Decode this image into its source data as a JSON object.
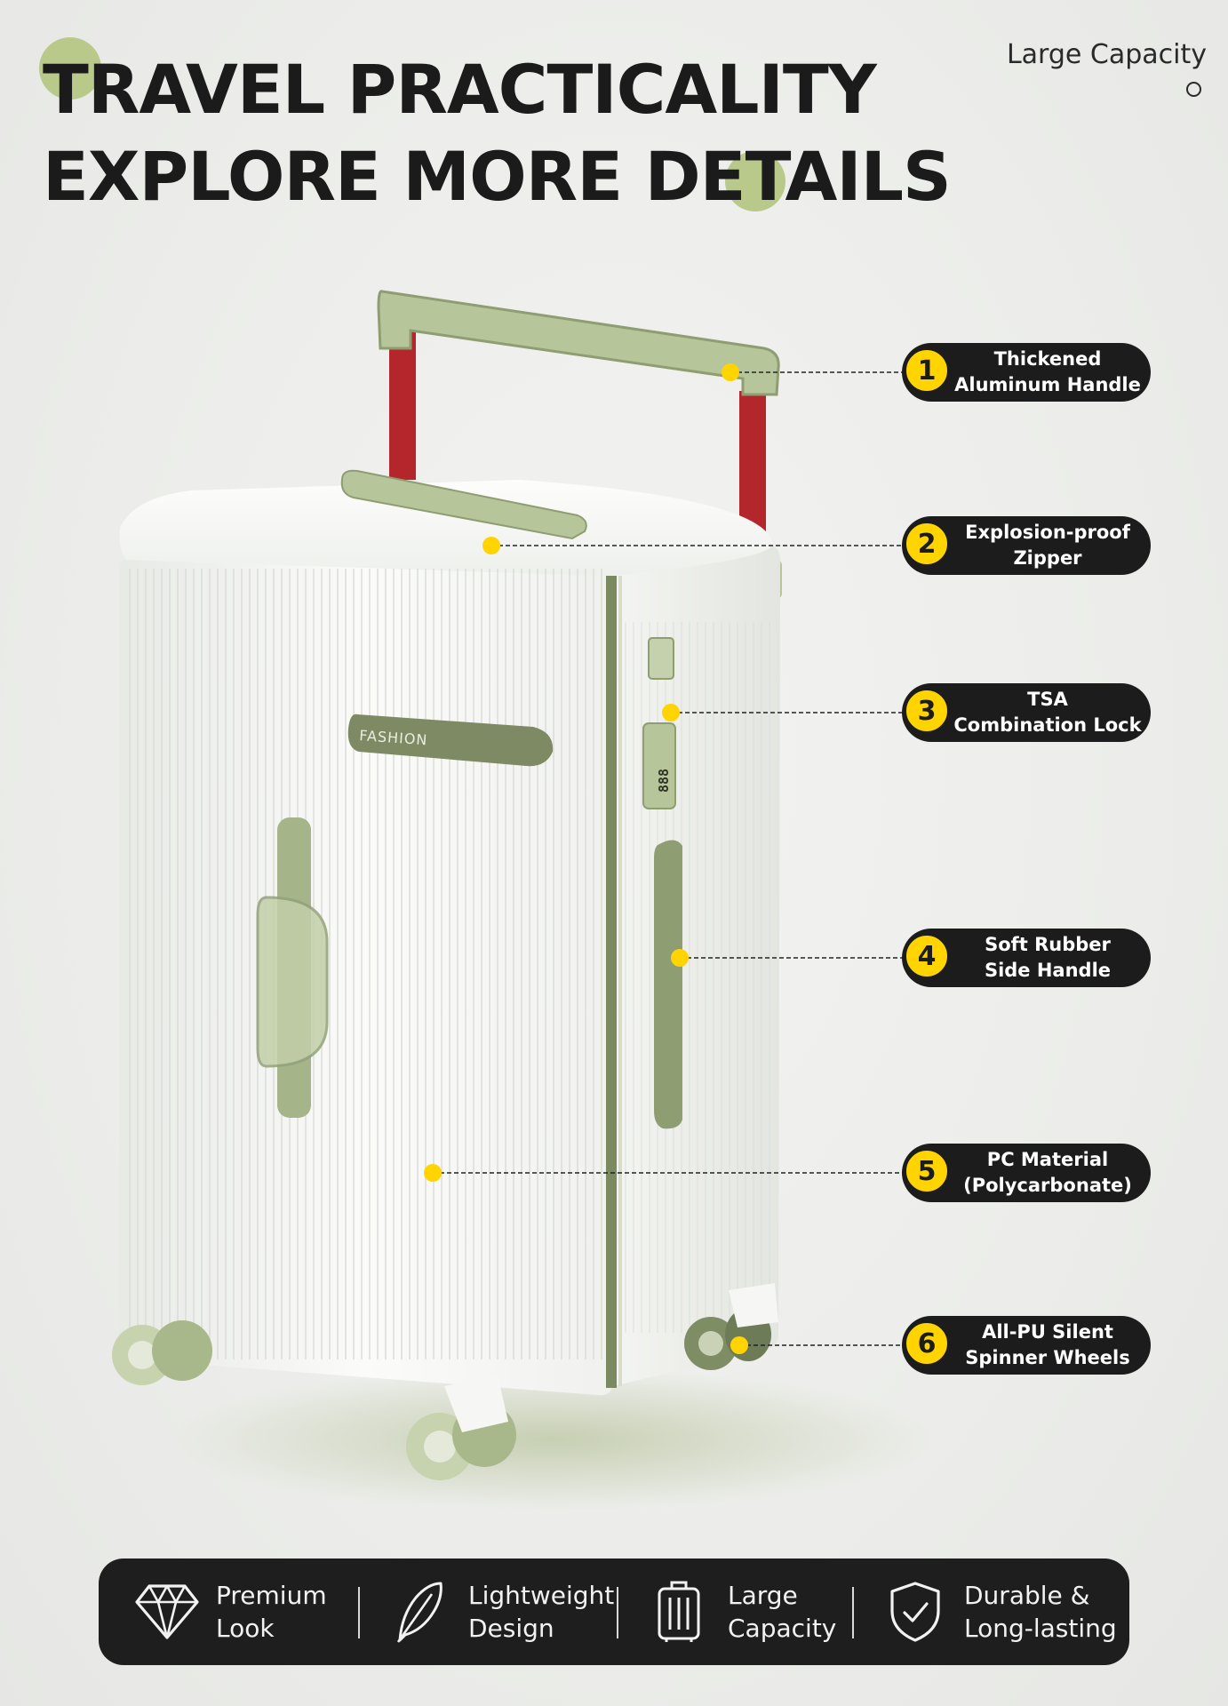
{
  "headline": {
    "line1": "TRAVEL PRACTICALITY",
    "line2": "EXPLORE MORE DETAILS"
  },
  "corner_label": "Large Capacity",
  "brand_plate": "FASHION",
  "lock_digits": "888",
  "callouts": [
    {
      "number": "1",
      "line1": "Thickened",
      "line2": "Aluminum Handle"
    },
    {
      "number": "2",
      "line1": "Explosion-proof",
      "line2": "Zipper"
    },
    {
      "number": "3",
      "line1": "TSA",
      "line2": "Combination Lock"
    },
    {
      "number": "4",
      "line1": "Soft Rubber",
      "line2": "Side Handle"
    },
    {
      "number": "5",
      "line1": "PC Material",
      "line2": "(Polycarbonate)"
    },
    {
      "number": "6",
      "line1": "All-PU Silent",
      "line2": "Spinner Wheels"
    }
  ],
  "features": [
    {
      "icon": "diamond-icon",
      "line1": "Premium",
      "line2": "Look"
    },
    {
      "icon": "feather-icon",
      "line1": "Lightweight",
      "line2": "Design"
    },
    {
      "icon": "luggage-icon",
      "line1": "Large",
      "line2": "Capacity"
    },
    {
      "icon": "shield-check-icon",
      "line1": "Durable &",
      "line2": "Long-lasting"
    }
  ],
  "colors": {
    "accent_green": "#b9c98a",
    "sage": "#b5c49a",
    "sage_dark": "#6f7d58",
    "handle_red": "#b3262b",
    "marker_yellow": "#ffd400",
    "callout_bg": "#1c1c1c",
    "feature_bar_bg": "#1e1e1e"
  }
}
